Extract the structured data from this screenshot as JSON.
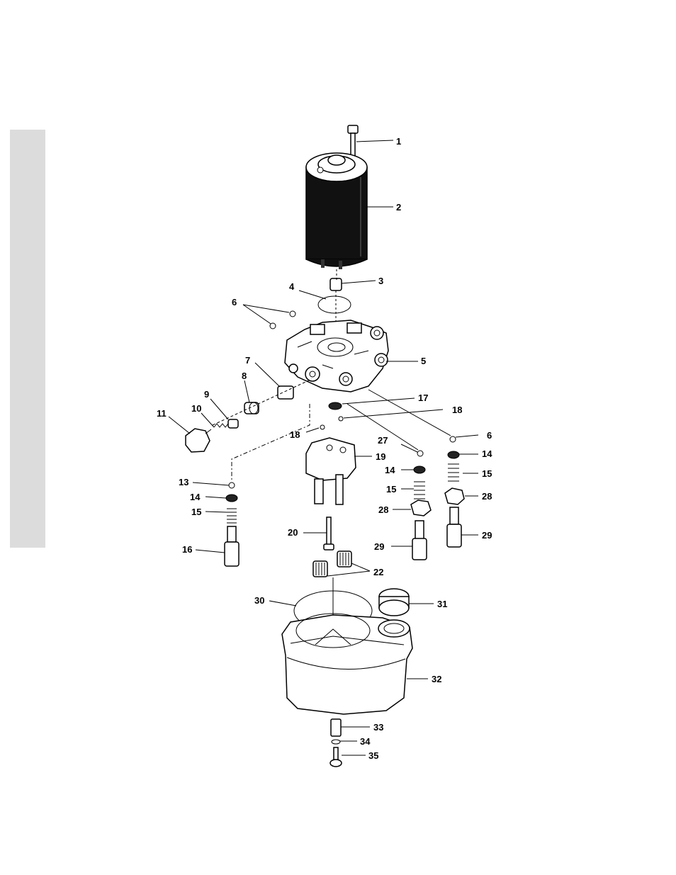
{
  "labels": {
    "p1": "1",
    "p2": "2",
    "p3": "3",
    "p4": "4",
    "p5": "5",
    "p6a": "6",
    "p6b": "6",
    "p7": "7",
    "p8": "8",
    "p9": "9",
    "p10": "10",
    "p11": "11",
    "p13": "13",
    "p14a": "14",
    "p14b": "14",
    "p14c": "14",
    "p15a": "15",
    "p15b": "15",
    "p15c": "15",
    "p16": "16",
    "p17": "17",
    "p18a": "18",
    "p18b": "18",
    "p19": "19",
    "p20": "20",
    "p22": "22",
    "p27": "27",
    "p28a": "28",
    "p28b": "28",
    "p29a": "29",
    "p29b": "29",
    "p30": "30",
    "p31": "31",
    "p32": "32",
    "p33": "33",
    "p34": "34",
    "p35": "35"
  }
}
